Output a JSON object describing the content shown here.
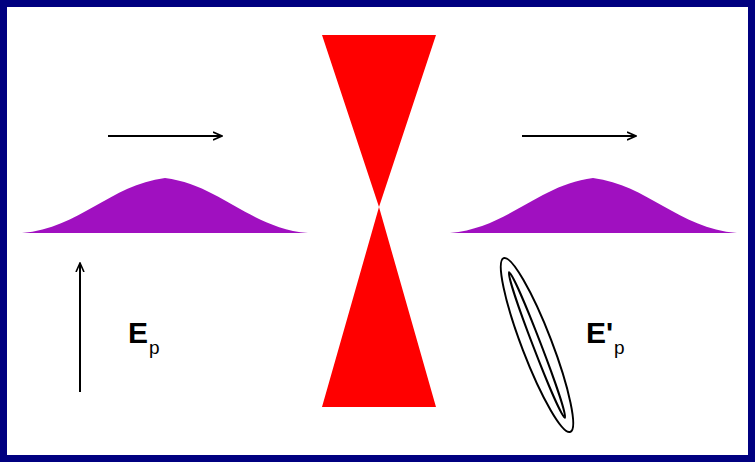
{
  "diagram": {
    "labels": [
      "E",
      "p",
      "E'",
      "p"
    ]
  }
}
